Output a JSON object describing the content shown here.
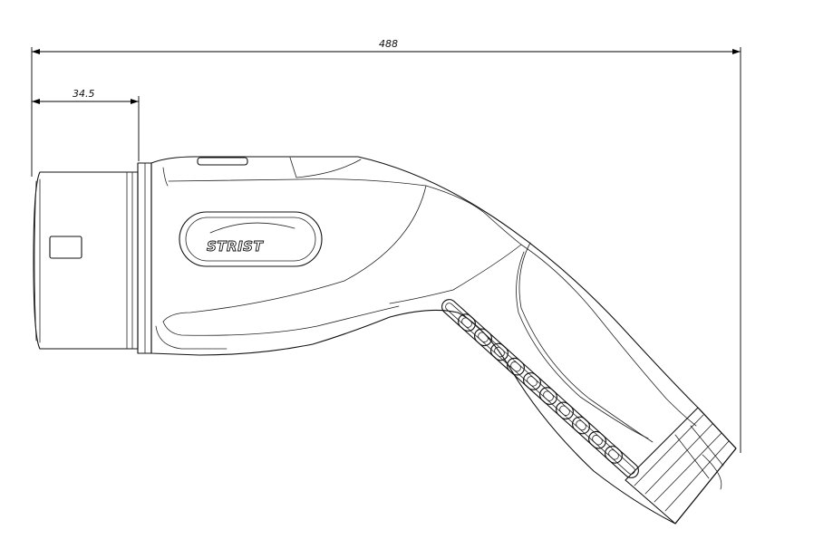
{
  "drawing": {
    "dimensions": {
      "overall_length": "488",
      "head_length": "34.5"
    },
    "logo": {
      "brand": "STRIST"
    },
    "grip_ridge_count": 11
  }
}
